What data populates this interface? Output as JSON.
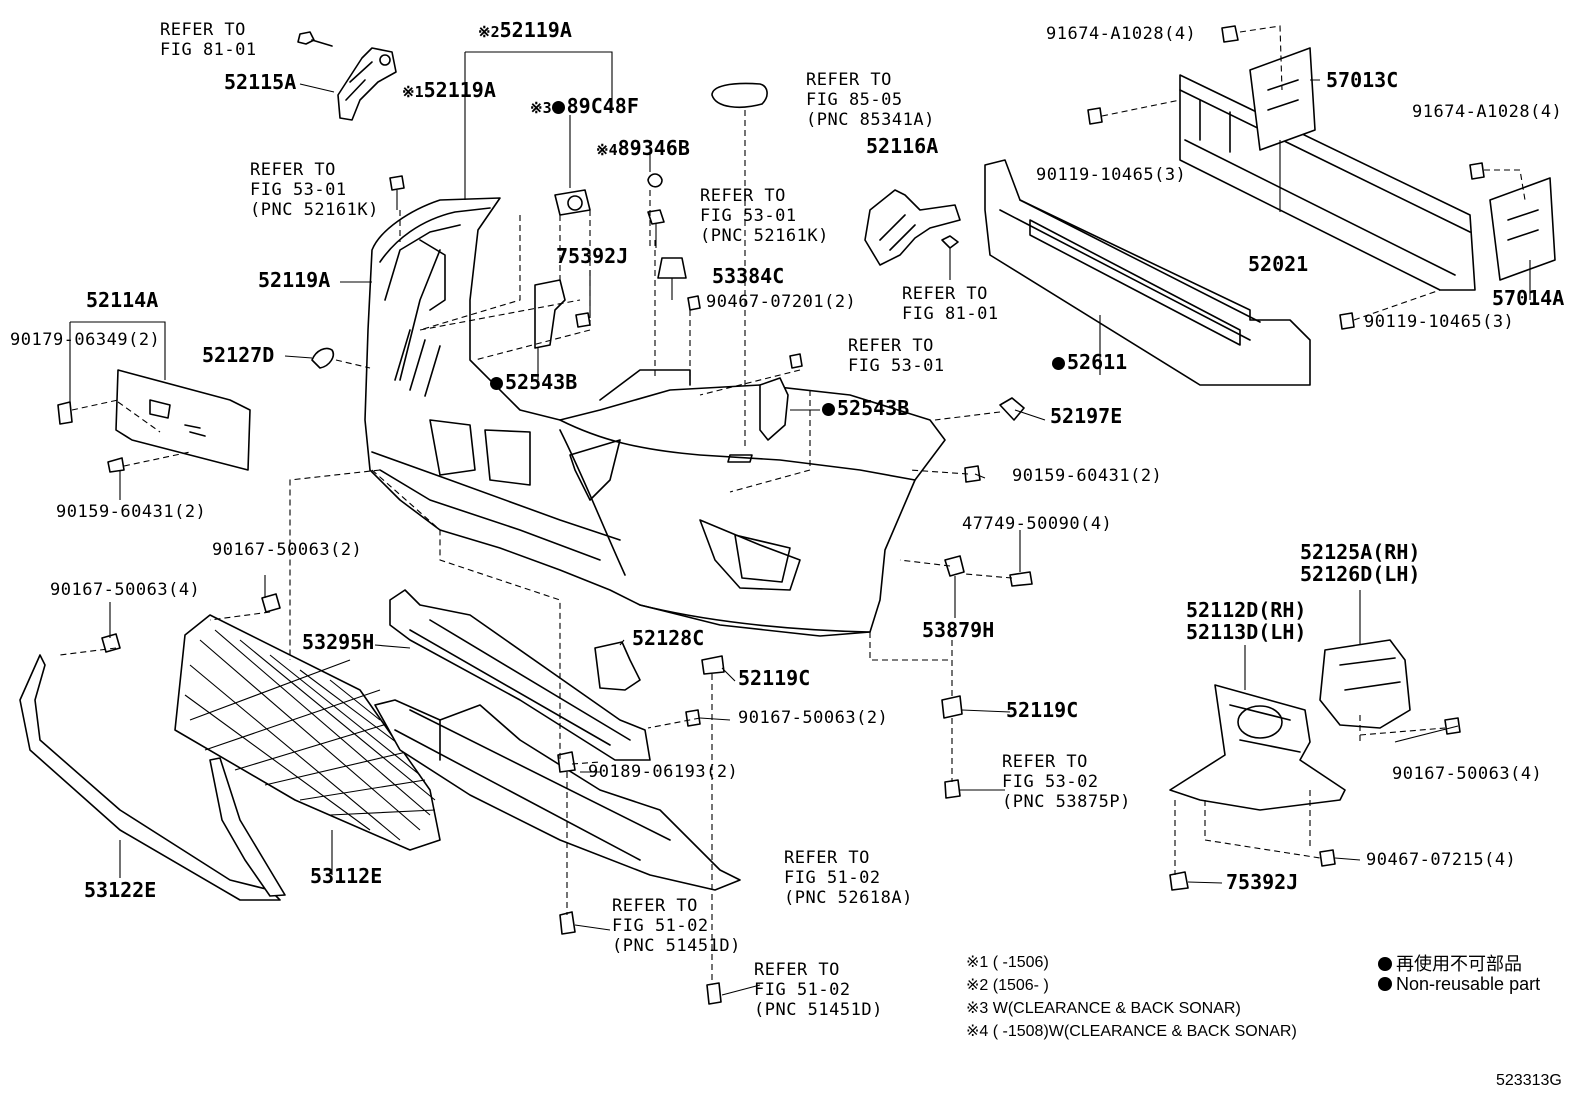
{
  "labels": {
    "refer_81_01_top": "REFER TO\nFIG 81-01",
    "p52115A": "52115A",
    "p52119A_top": "52119A",
    "p52119A_mid": "52119A",
    "p52119A_left": "52119A",
    "note_mark_2": "※2",
    "note_mark_1": "※1",
    "note_mark_3": "※3",
    "note_mark_4": "※4",
    "p89C48F": "89C48F",
    "p89346B": "89346B",
    "refer_53_01_left": "REFER TO\nFIG 53-01\n(PNC 52161K)",
    "refer_85_05": "REFER TO\nFIG 85-05\n(PNC 85341A)",
    "p52116A": "52116A",
    "refer_53_01_mid": "REFER TO\nFIG 53-01\n(PNC 52161K)",
    "p75392J_top": "75392J",
    "p53384C": "53384C",
    "p90467_07201": "90467-07201(2)",
    "refer_81_01_mid": "REFER TO\nFIG 81-01",
    "p52114A": "52114A",
    "p90179_06349": "90179-06349(2)",
    "p52127D": "52127D",
    "p52543B_left": "52543B",
    "refer_53_01_right": "REFER TO\nFIG 53-01",
    "p52543B_right": "52543B",
    "p90159_60431_left": "90159-60431(2)",
    "p91674_A1028_top": "91674-A1028(4)",
    "p57013C": "57013C",
    "p91674_A1028_right": "91674-A1028(4)",
    "p90119_10465_left": "90119-10465(3)",
    "p52021": "52021",
    "p57014A": "57014A",
    "p90119_10465_right": "90119-10465(3)",
    "p52611": "52611",
    "p52197E": "52197E",
    "p90159_60431_right": "90159-60431(2)",
    "p47749_50090": "47749-50090(4)",
    "p53879H": "53879H",
    "p52125A": "52125A(RH)",
    "p52126D": "52126D(LH)",
    "p52112D": "52112D(RH)",
    "p52113D": "52113D(LH)",
    "p90167_50063_a": "90167-50063(2)",
    "p90167_50063_b": "90167-50063(4)",
    "p53295H": "53295H",
    "p52128C": "52128C",
    "p52119C_a": "52119C",
    "p52119C_b": "52119C",
    "p90167_50063_c": "90167-50063(2)",
    "p90189_06193": "90189-06193(2)",
    "refer_53_02": "REFER TO\nFIG 53-02\n(PNC 53875P)",
    "p90167_50063_d": "90167-50063(4)",
    "p90467_07215": "90467-07215(4)",
    "p75392J_bot": "75392J",
    "p53122E": "53122E",
    "p53112E": "53112E",
    "refer_51_02_a": "REFER TO\nFIG 51-02\n(PNC 52618A)",
    "refer_51_02_b": "REFER TO\nFIG 51-02\n(PNC 51451D)",
    "refer_51_02_c": "REFER TO\nFIG 51-02\n(PNC 51451D)"
  },
  "notes": [
    "※1 (      -1506)",
    "※2 (1506-      )",
    "※3 W(CLEARANCE & BACK SONAR)",
    "※4 (      -1508)W(CLEARANCE & BACK SONAR)"
  ],
  "legend": {
    "line1": "再使用不可部品",
    "line2": "Non-reusable part"
  },
  "figure_id": "523313G"
}
